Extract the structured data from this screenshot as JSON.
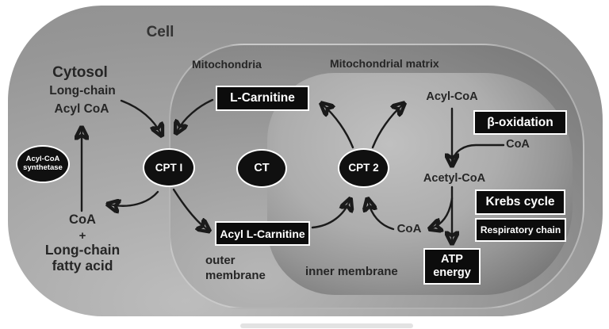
{
  "colors": {
    "box_bg": "#0c0c0c",
    "box_border": "#ffffff",
    "text_dark": "#262626",
    "text_light": "#ffffff",
    "arrow": "#1a1a1a"
  },
  "cell": {
    "label": "Cell"
  },
  "cytosol": {
    "label": "Cytosol",
    "substrate_line1": "Long-chain",
    "substrate_line2": "Acyl CoA",
    "enzyme_line1": "Acyl-CoA",
    "enzyme_line2": "synthetase",
    "coa": "CoA",
    "plus": "+",
    "product_line1": "Long-chain",
    "product_line2": "fatty acid"
  },
  "mitochondria": {
    "label": "Mitochondria",
    "outer_membrane_line1": "outer",
    "outer_membrane_line2": "membrane",
    "inner_membrane": "inner membrane",
    "l_carnitine": "L-Carnitine",
    "acyl_l_carnitine": "Acyl L-Carnitine",
    "cpt1": "CPT I",
    "ct": "CT",
    "cpt2": "CPT 2"
  },
  "matrix": {
    "label": "Mitochondrial matrix",
    "acyl_coa": "Acyl-CoA",
    "beta_oxidation": "β-oxidation",
    "coa_released": "CoA",
    "acetyl_coa": "Acetyl-CoA",
    "krebs_cycle": "Krebs cycle",
    "respiratory_chain": "Respiratory chain",
    "coa_recycled": "CoA",
    "atp_line1": "ATP",
    "atp_line2": "energy"
  }
}
